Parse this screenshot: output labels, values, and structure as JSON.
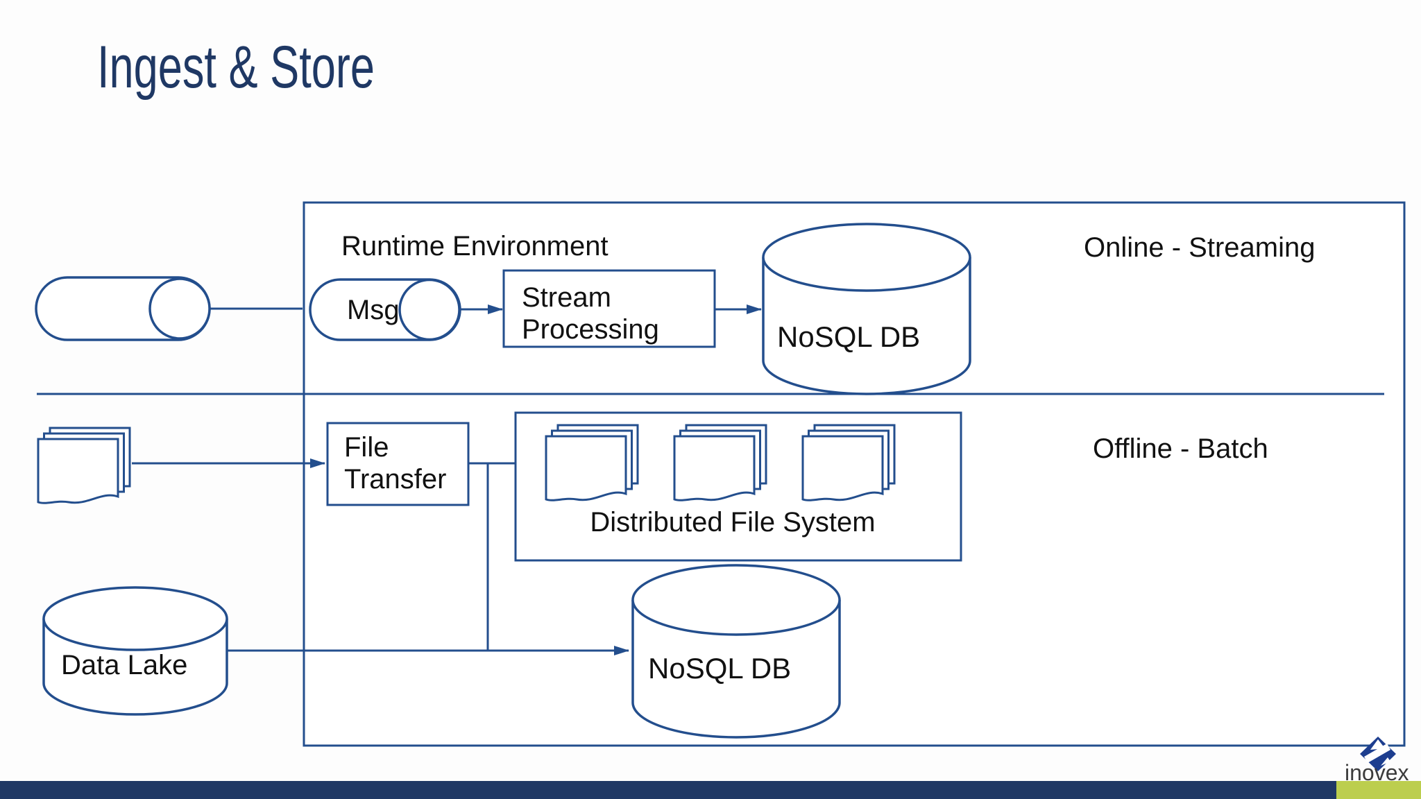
{
  "slide": {
    "title": "Ingest & Store"
  },
  "diagram": {
    "runtime_environment_label": "Runtime Environment",
    "online_label": "Online - Streaming",
    "offline_label": "Offline - Batch",
    "msg_label": "Msg",
    "stream_processing": {
      "line1": "Stream",
      "line2": "Processing"
    },
    "nosql_db_top_label": "NoSQL DB",
    "file_transfer": {
      "line1": "File",
      "line2": "Transfer"
    },
    "dfs_label": "Distributed File System",
    "data_lake_label": "Data Lake",
    "nosql_db_bottom_label": "NoSQL DB"
  },
  "footer": {
    "logo_text": "inovex"
  },
  "colors": {
    "diagram_outline": "#234E8D",
    "title_navy": "#1F3864",
    "footer_bar_navy": "#1F3864",
    "footer_bar_green": "#BCCE4E",
    "logo_blue": "#1d3e8f",
    "label_black": "#111111"
  }
}
